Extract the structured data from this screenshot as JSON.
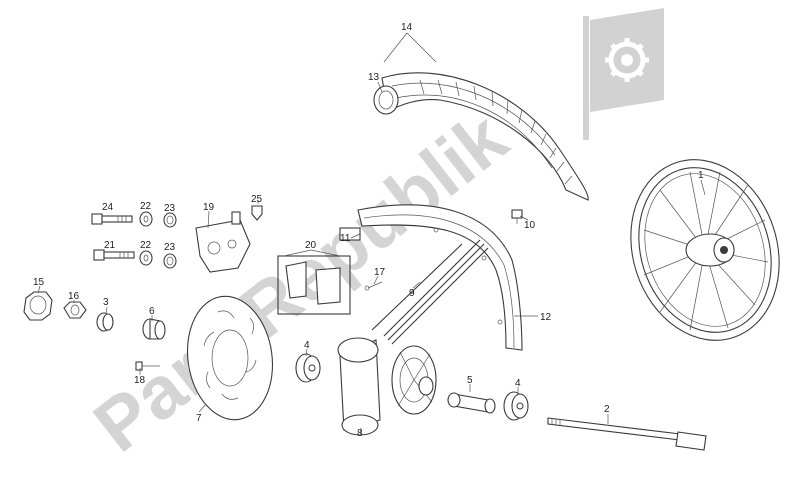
{
  "watermark": {
    "text": "PartsRepublik",
    "color": "#d0d0d0",
    "icon": "gear-flag-icon"
  },
  "callouts": {
    "c1": "1",
    "c2": "2",
    "c3": "3",
    "c4a": "4",
    "c4b": "4",
    "c5": "5",
    "c6": "6",
    "c7": "7",
    "c8": "8",
    "c9": "9",
    "c10": "10",
    "c11": "11",
    "c12": "12",
    "c13": "13",
    "c14": "14",
    "c15": "15",
    "c16": "16",
    "c17": "17",
    "c18": "18",
    "c19": "19",
    "c20": "20",
    "c21": "21",
    "c22a": "22",
    "c22b": "22",
    "c23a": "23",
    "c23b": "23",
    "c24": "24",
    "c25": "25"
  }
}
